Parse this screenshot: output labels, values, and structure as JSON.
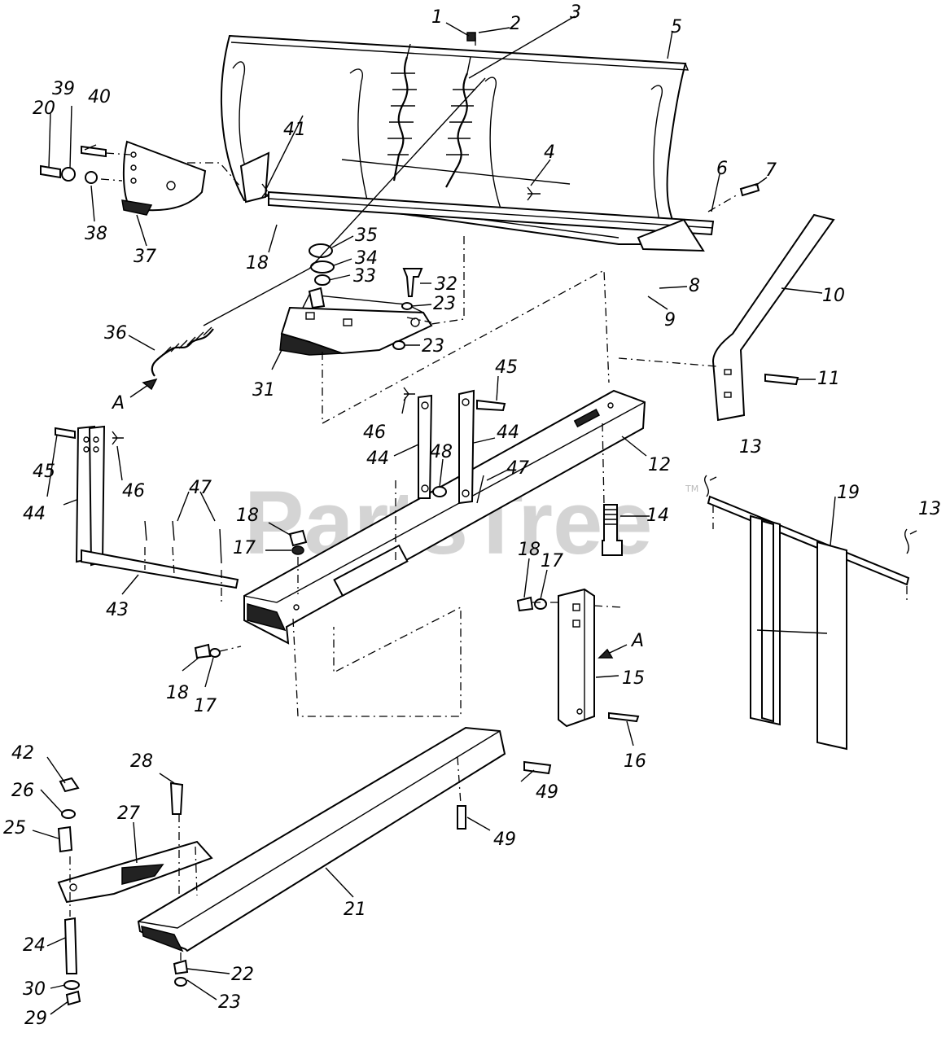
{
  "watermark": {
    "text": "PartsTree",
    "tm": "TM"
  },
  "callouts": [
    {
      "id": "1",
      "label": "1"
    },
    {
      "id": "2",
      "label": "2"
    },
    {
      "id": "3",
      "label": "3"
    },
    {
      "id": "4",
      "label": "4"
    },
    {
      "id": "5",
      "label": "5"
    },
    {
      "id": "6",
      "label": "6"
    },
    {
      "id": "7",
      "label": "7"
    },
    {
      "id": "8",
      "label": "8"
    },
    {
      "id": "9",
      "label": "9"
    },
    {
      "id": "10",
      "label": "10"
    },
    {
      "id": "11",
      "label": "11"
    },
    {
      "id": "12",
      "label": "12"
    },
    {
      "id": "13a",
      "label": "13"
    },
    {
      "id": "13b",
      "label": "13"
    },
    {
      "id": "14",
      "label": "14"
    },
    {
      "id": "15",
      "label": "15"
    },
    {
      "id": "16",
      "label": "16"
    },
    {
      "id": "17a",
      "label": "17"
    },
    {
      "id": "17b",
      "label": "17"
    },
    {
      "id": "17c",
      "label": "17"
    },
    {
      "id": "18a",
      "label": "18"
    },
    {
      "id": "18b",
      "label": "18"
    },
    {
      "id": "18c",
      "label": "18"
    },
    {
      "id": "18d",
      "label": "18"
    },
    {
      "id": "19",
      "label": "19"
    },
    {
      "id": "20",
      "label": "20"
    },
    {
      "id": "21",
      "label": "21"
    },
    {
      "id": "22",
      "label": "22"
    },
    {
      "id": "23a",
      "label": "23"
    },
    {
      "id": "23b",
      "label": "23"
    },
    {
      "id": "23c",
      "label": "23"
    },
    {
      "id": "24",
      "label": "24"
    },
    {
      "id": "25",
      "label": "25"
    },
    {
      "id": "26",
      "label": "26"
    },
    {
      "id": "27",
      "label": "27"
    },
    {
      "id": "28",
      "label": "28"
    },
    {
      "id": "29",
      "label": "29"
    },
    {
      "id": "30",
      "label": "30"
    },
    {
      "id": "31",
      "label": "31"
    },
    {
      "id": "32",
      "label": "32"
    },
    {
      "id": "33",
      "label": "33"
    },
    {
      "id": "34",
      "label": "34"
    },
    {
      "id": "35",
      "label": "35"
    },
    {
      "id": "36",
      "label": "36"
    },
    {
      "id": "37",
      "label": "37"
    },
    {
      "id": "38",
      "label": "38"
    },
    {
      "id": "39",
      "label": "39"
    },
    {
      "id": "40",
      "label": "40"
    },
    {
      "id": "41",
      "label": "41"
    },
    {
      "id": "42",
      "label": "42"
    },
    {
      "id": "43",
      "label": "43"
    },
    {
      "id": "44a",
      "label": "44"
    },
    {
      "id": "44b",
      "label": "44"
    },
    {
      "id": "44c",
      "label": "44"
    },
    {
      "id": "45a",
      "label": "45"
    },
    {
      "id": "45b",
      "label": "45"
    },
    {
      "id": "46a",
      "label": "46"
    },
    {
      "id": "46b",
      "label": "46"
    },
    {
      "id": "47a",
      "label": "47"
    },
    {
      "id": "47b",
      "label": "47"
    },
    {
      "id": "48",
      "label": "48"
    },
    {
      "id": "49a",
      "label": "49"
    },
    {
      "id": "49b",
      "label": "49"
    },
    {
      "id": "Aa",
      "label": "A"
    },
    {
      "id": "Ab",
      "label": "A"
    }
  ]
}
